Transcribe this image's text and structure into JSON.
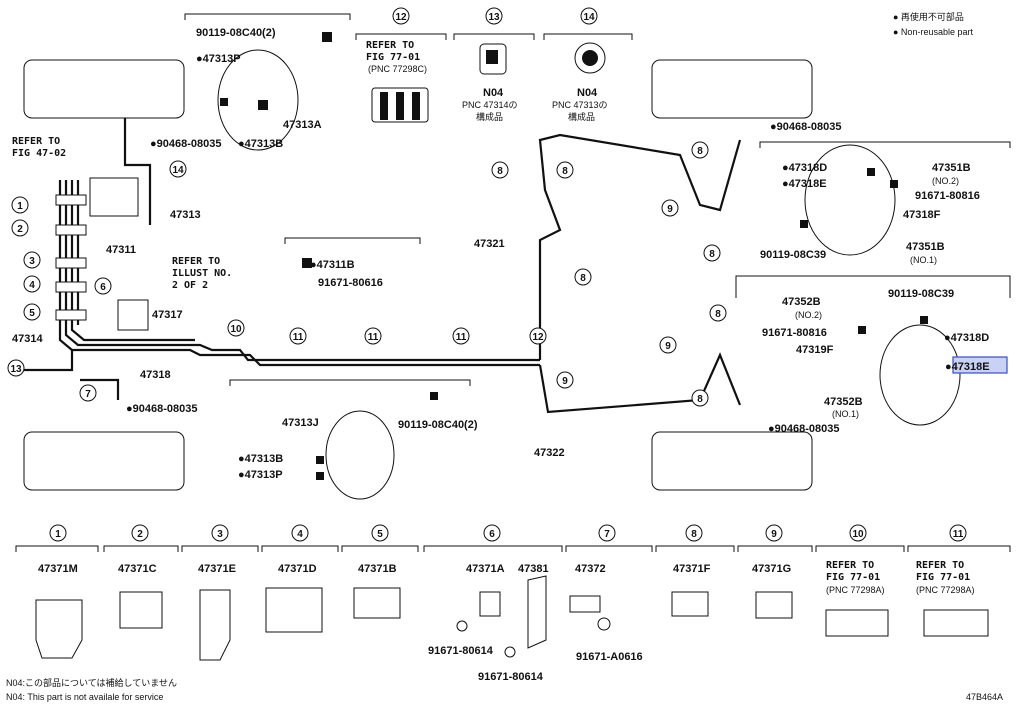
{
  "legend": {
    "line1": "● 再使用不可部品",
    "line2": "● Non-reusable part"
  },
  "footer": {
    "note_ja": "N04:この部品については補給していません",
    "note_en": "N04: This part is not availale for service",
    "figure_code": "47B464A"
  },
  "callouts": {
    "c1": "1",
    "c2": "2",
    "c3": "3",
    "c4": "4",
    "c5": "5",
    "c6": "6",
    "c7": "7",
    "c8": "8",
    "c9": "9",
    "c10": "10",
    "c11": "11",
    "c12": "12",
    "c13": "13",
    "c14": "14"
  },
  "refer": {
    "fig4702_a": "REFER TO",
    "fig4702_b": "FIG 47-02",
    "top12_a": "REFER TO",
    "top12_b": "FIG 77-01",
    "top12_c": "(PNC 77298C)",
    "illust_a": "REFER TO",
    "illust_b": "ILLUST NO.",
    "illust_c": "2 OF 2",
    "b10_a": "REFER TO",
    "b10_b": "FIG 77-01",
    "b10_c": "(PNC 77298A)",
    "b11_a": "REFER TO",
    "b11_b": "FIG 77-01",
    "b11_c": "(PNC 77298A)"
  },
  "top_parts": {
    "n04_13": "N04",
    "pnc_13a": "PNC 47314の",
    "pnc_13b": "構成品",
    "n04_14": "N04",
    "pnc_14a": "PNC 47313の",
    "pnc_14b": "構成品"
  },
  "labels": {
    "p90119_top": "90119-08C40(2)",
    "p47313P_top": "●47313P",
    "p47313A": "47313A",
    "p90468_tl": "●90468-08035",
    "p47313B_top": "●47313B",
    "p47313": "47313",
    "p47311": "47311",
    "p47314": "47314",
    "p47317": "47317",
    "p47318": "47318",
    "p47311B": "●47311B",
    "p91671_mid": "91671-80616",
    "p47321": "47321",
    "p47322": "47322",
    "p90468_bl": "●90468-08035",
    "p47313J": "47313J",
    "p90119_bot": "90119-08C40(2)",
    "p47313B_bot": "●47313B",
    "p47313P_bot": "●47313P",
    "p90468_tr": "●90468-08035",
    "p47318D_r1": "●47318D",
    "p47318E_r1": "●47318E",
    "p47351B_1": "47351B",
    "p47351B_1n": "(NO.2)",
    "p91671_r1": "91671-80816",
    "p47318F_r1": "47318F",
    "p90119_r1": "90119-08C39",
    "p47351B_2": "47351B",
    "p47351B_2n": "(NO.1)",
    "p47352B_1": "47352B",
    "p47352B_1n": "(NO.2)",
    "p90119_r2": "90119-08C39",
    "p91671_r2": "91671-80816",
    "p47318D_r2": "●47318D",
    "p47319F": "47319F",
    "p47318E_r2": "●47318E",
    "p47352B_2": "47352B",
    "p47352B_2n": "(NO.1)",
    "p90468_br": "●90468-08035"
  },
  "bottom_parts": {
    "b1": "47371M",
    "b2": "47371C",
    "b3": "47371E",
    "b4": "47371D",
    "b5": "47371B",
    "b6a": "47371A",
    "b6b": "47381",
    "b6c": "91671-80614",
    "b6d": "91671-80614",
    "b7a": "47372",
    "b7b": "91671-A0616",
    "b8": "47371F",
    "b9": "47371G"
  },
  "colors": {
    "highlight": "#c9d2f5",
    "line": "#111111"
  }
}
